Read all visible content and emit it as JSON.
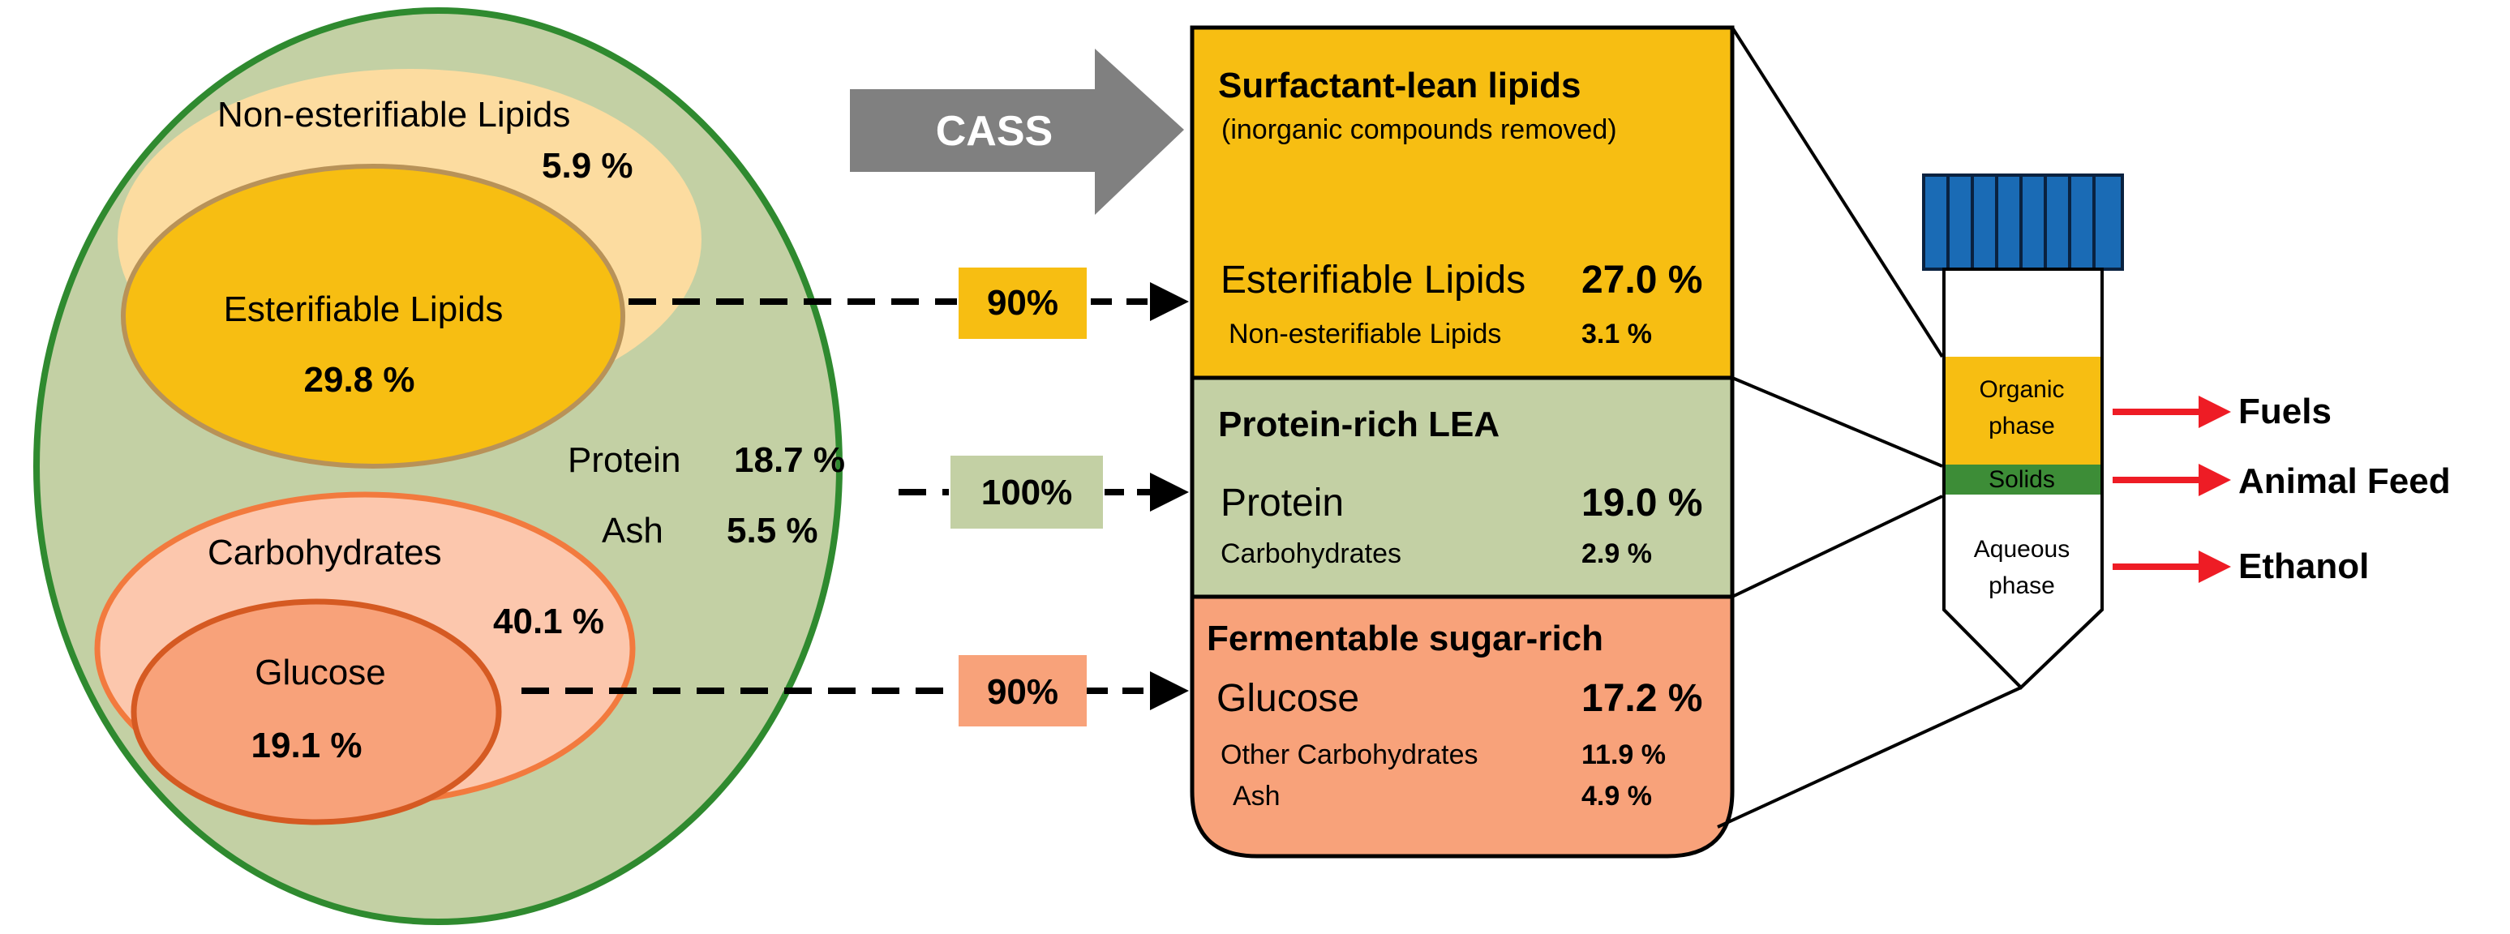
{
  "colors": {
    "outer_fill": "#c3d0a4",
    "outer_stroke": "#2f8a2f",
    "lipid_light": "#fcdca0",
    "lipid": "#f7be12",
    "lipid_stroke": "#b89258",
    "carb_light": "#fcc7ad",
    "carb_stroke": "#f27a3e",
    "glucose": "#f8a27a",
    "glucose_stroke": "#d55a22",
    "arrow_grey": "#808080",
    "cap_blue": "#1a6bb5",
    "solids_green": "#3d8d37",
    "output_arrow": "#ee1c25"
  },
  "left_circle": {
    "non_esterifiable_label": "Non-esterifiable Lipids",
    "non_esterifiable_value": "5.9 %",
    "esterifiable_label": "Esterifiable Lipids",
    "esterifiable_value": "29.8 %",
    "protein_label": "Protein",
    "protein_value": "18.7 %",
    "ash_label": "Ash",
    "ash_value": "5.5 %",
    "carbohydrates_label": "Carbohydrates",
    "carbohydrates_value": "40.1 %",
    "glucose_label": "Glucose",
    "glucose_value": "19.1 %"
  },
  "process": {
    "label": "CASS",
    "yield_lipids": "90%",
    "yield_protein": "100%",
    "yield_sugar": "90%"
  },
  "boxes": {
    "lipids": {
      "title": "Surfactant-lean lipids",
      "subtitle": "(inorganic compounds removed)",
      "row1_label": "Esterifiable Lipids",
      "row1_value": "27.0 %",
      "row2_label": "Non-esterifiable Lipids",
      "row2_value": "3.1 %"
    },
    "protein": {
      "title": "Protein-rich LEA",
      "row1_label": "Protein",
      "row1_value": "19.0 %",
      "row2_label": "Carbohydrates",
      "row2_value": "2.9 %"
    },
    "sugar": {
      "title": "Fermentable sugar-rich",
      "row1_label": "Glucose",
      "row1_value": "17.2 %",
      "row2_label": "Other Carbohydrates",
      "row2_value": "11.9 %",
      "row3_label": "Ash",
      "row3_value": "4.9 %"
    }
  },
  "tube": {
    "organic_line1": "Organic",
    "organic_line2": "phase",
    "solids": "Solids",
    "aqueous_line1": "Aqueous",
    "aqueous_line2": "phase"
  },
  "outputs": {
    "fuels": "Fuels",
    "feed": "Animal Feed",
    "ethanol": "Ethanol"
  }
}
